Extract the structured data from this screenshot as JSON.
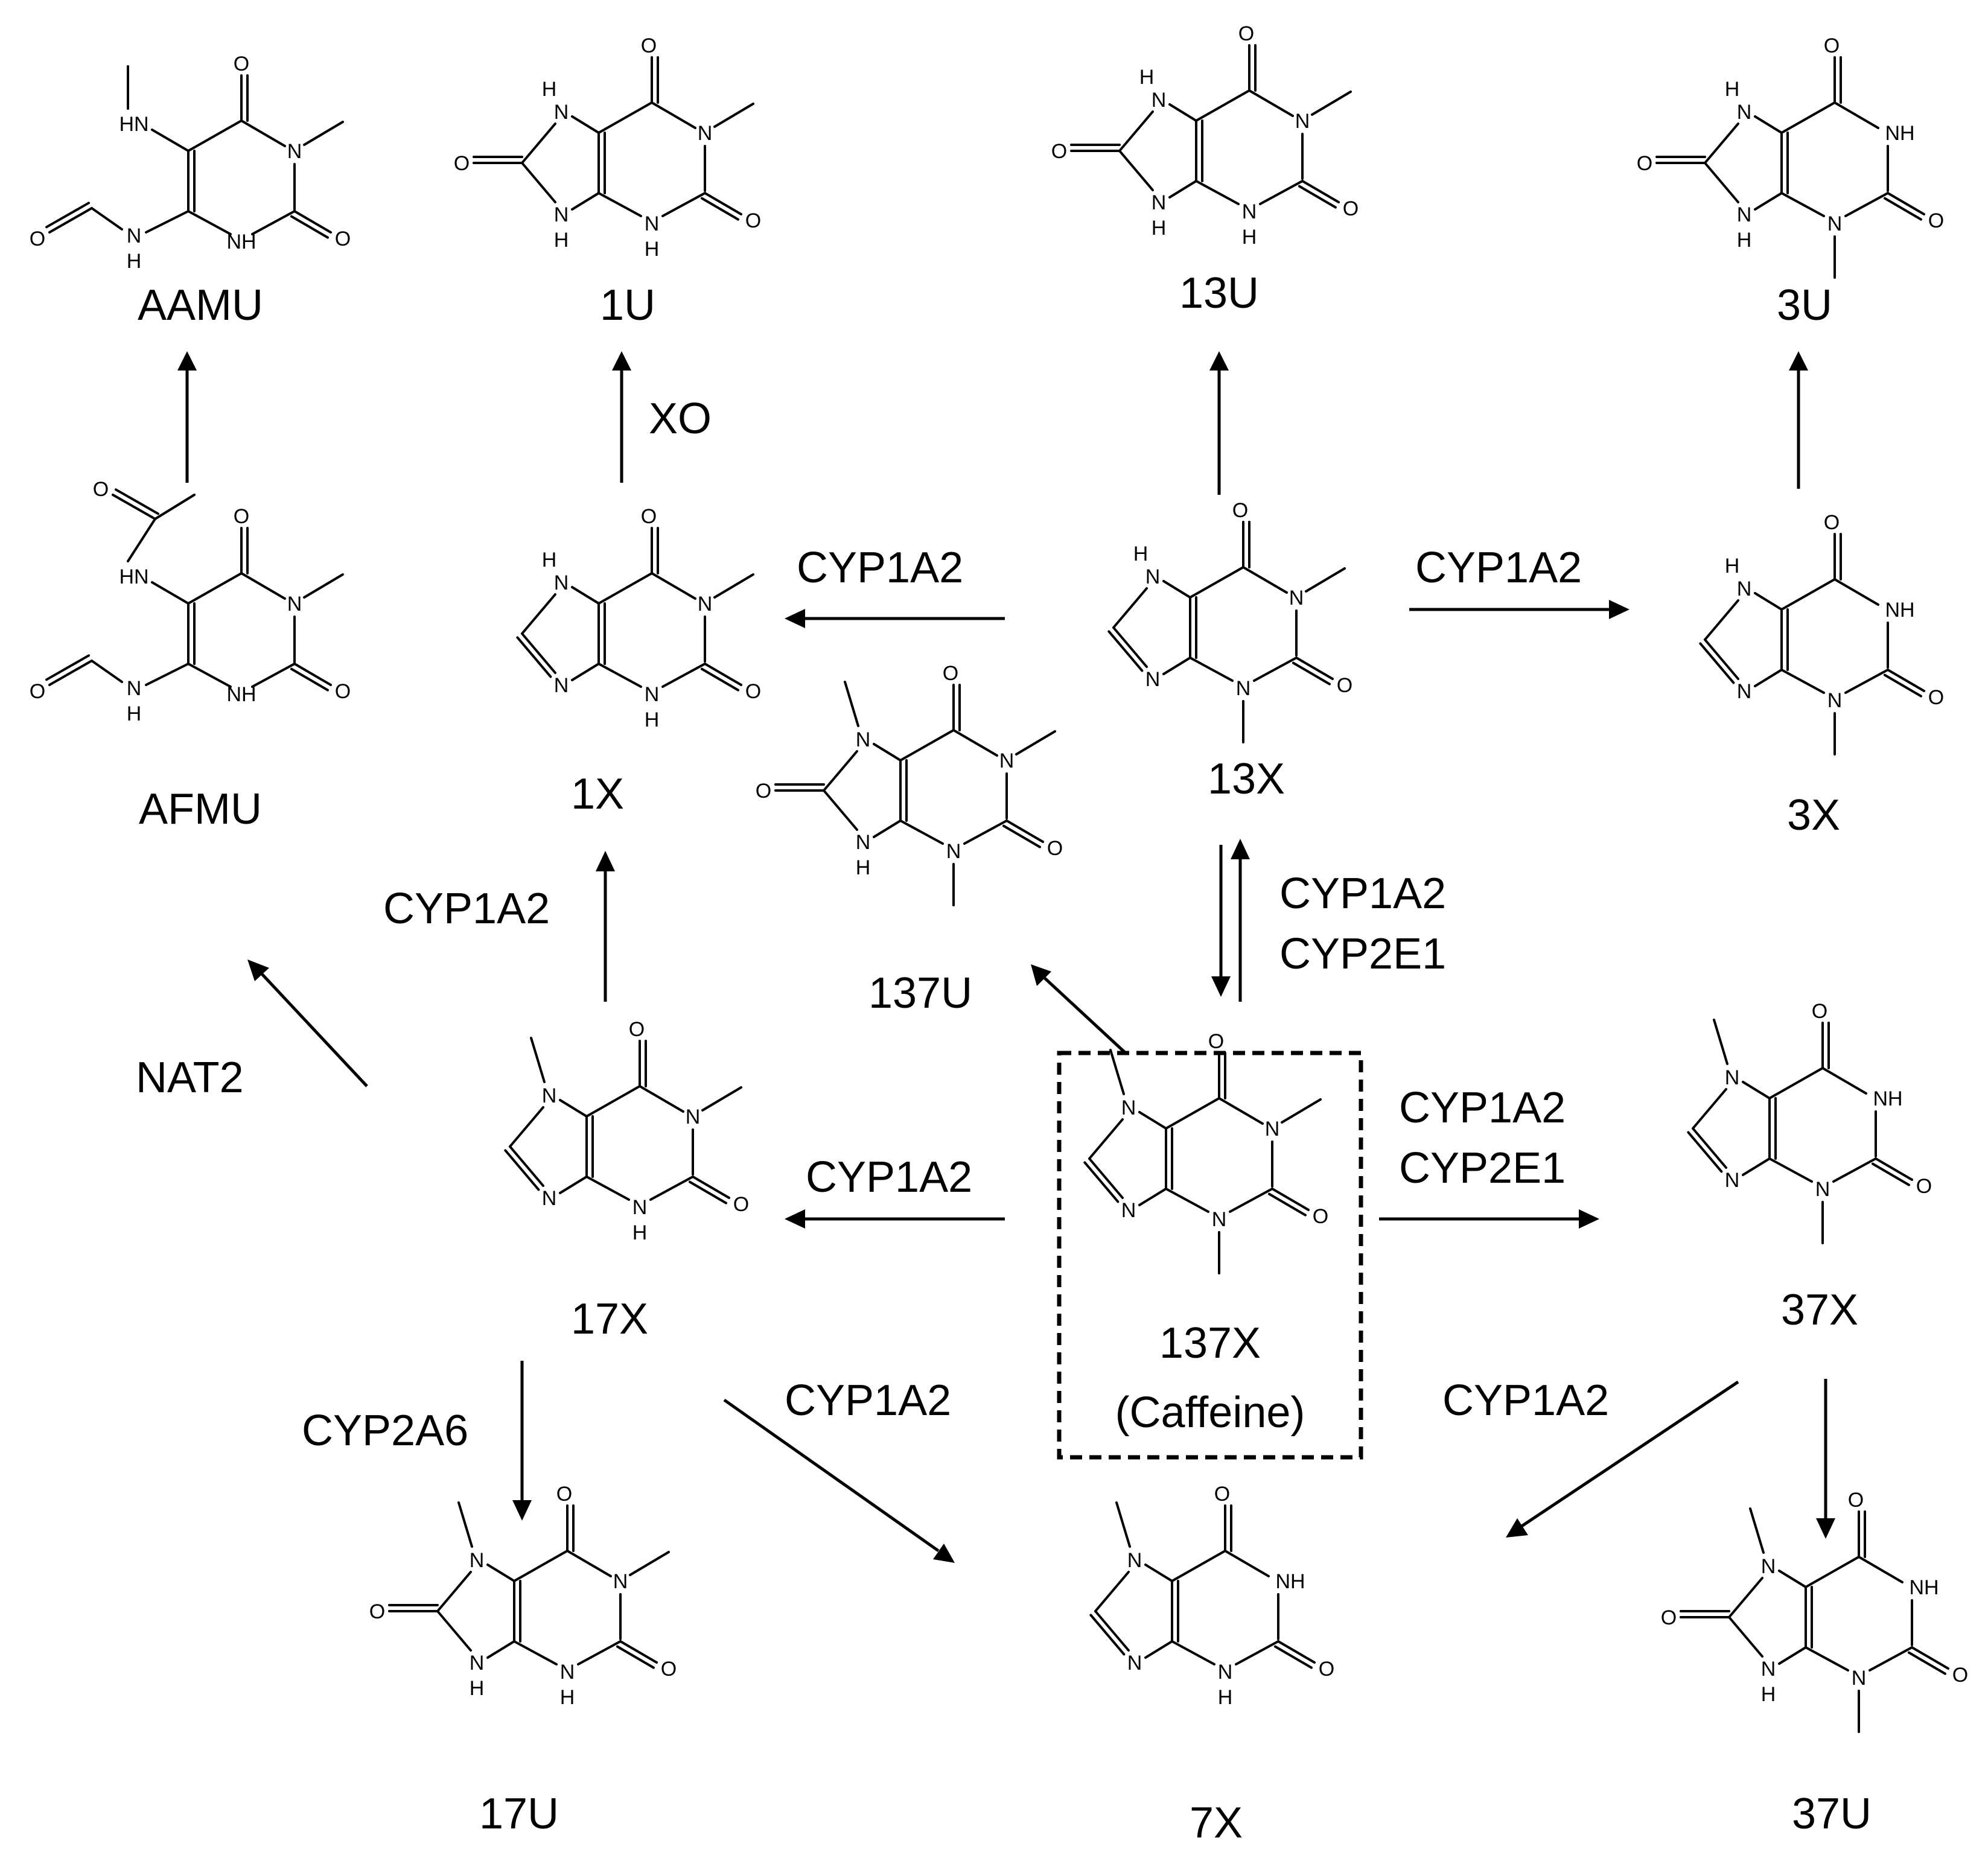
{
  "compounds": {
    "AAMU": "AAMU",
    "c1U": "1U",
    "c13U": "13U",
    "c3U": "3U",
    "AFMU": "AFMU",
    "c1X": "1X",
    "c13X": "13X",
    "c3X": "3X",
    "c137U": "137U",
    "c17X": "17X",
    "c137X": "137X",
    "caffeine": "(Caffeine)",
    "c37X": "37X",
    "c17U": "17U",
    "c7X": "7X",
    "c37U": "37U"
  },
  "enzymes": {
    "xo": "XO",
    "e13x_1x": "CYP1A2",
    "e13x_3x": "CYP1A2",
    "e17x_1x": "CYP1A2",
    "nat2": "NAT2",
    "e137_13_a": "CYP1A2",
    "e137_13_b": "CYP2E1",
    "e137_17": "CYP1A2",
    "e137_37_a": "CYP1A2",
    "e137_37_b": "CYP2E1",
    "cyp2a6": "CYP2A6",
    "e17x_7x": "CYP1A2",
    "e37x_7x": "CYP1A2"
  },
  "atoms": {
    "N": "N",
    "NH": "NH",
    "HN": "HN",
    "O": "O",
    "H": "H"
  },
  "colors": {
    "ink": "#000000",
    "background": "#ffffff"
  }
}
